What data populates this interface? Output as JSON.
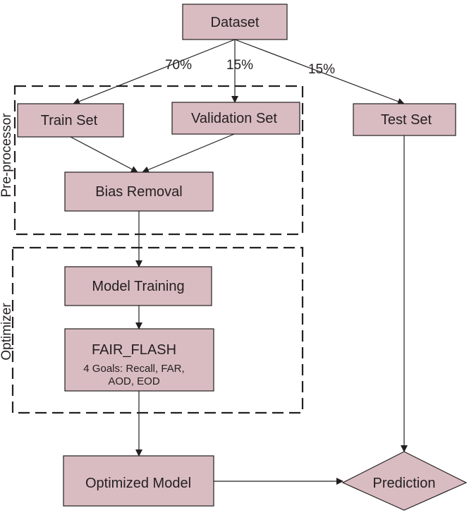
{
  "nodes": {
    "dataset": "Dataset",
    "train_set": "Train Set",
    "validation_set": "Validation Set",
    "test_set": "Test Set",
    "bias_removal": "Bias Removal",
    "model_training": "Model Training",
    "fair_flash": {
      "title": "FAIR_FLASH",
      "goals_line1": "4 Goals: Recall, FAR,",
      "goals_line2": "AOD, EOD"
    },
    "optimized_model": "Optimized Model",
    "prediction": "Prediction"
  },
  "edges": {
    "train_pct": "70%",
    "validation_pct": "15%",
    "test_pct": "15%"
  },
  "groups": {
    "preprocessor": "Pre-processor",
    "optimizer": "Optimizer"
  },
  "colors": {
    "node_fill": "#d9bcc1",
    "stroke": "#231f20"
  }
}
